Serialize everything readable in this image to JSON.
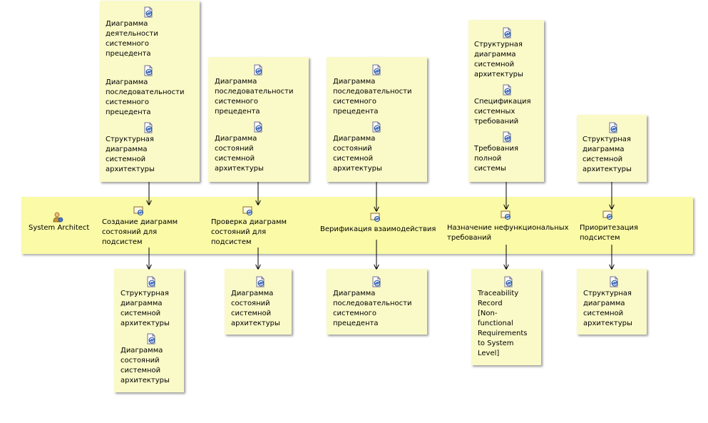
{
  "actor": {
    "label": "System Architect",
    "icon": "role-icon"
  },
  "tasks": [
    {
      "label": "Создание диаграмм\nсостояний для\nподсистем"
    },
    {
      "label": "Проверка диаграмм\nсостояний для\nподсистем"
    },
    {
      "label": "Верификация взаимодействия"
    },
    {
      "label": "Назначение нефункциональных\nтребований"
    },
    {
      "label": "Приоритезация\nподсистем"
    }
  ],
  "inputs": [
    {
      "items": [
        "Диаграмма\nдеятельности\nсистемного\nпрецедента",
        "Диаграмма\nпоследовательности\nсистемного\nпрецедента",
        "Структурная\nдиаграмма\nсистемной\nархитектуры"
      ]
    },
    {
      "items": [
        "Диаграмма\nпоследовательности\nсистемного\nпрецедента",
        "Диаграмма\nсостояний\nсистемной\nархитектуры"
      ]
    },
    {
      "items": [
        "Диаграмма\nпоследовательности\nсистемного\nпрецедента",
        "Диаграмма\nсостояний\nсистемной\nархитектуры"
      ]
    },
    {
      "items": [
        "Структурная\nдиаграмма\nсистемной\nархитектуры",
        "Спецификация\nсистемных\nтребований",
        "Требования\nполной\nсистемы"
      ]
    },
    {
      "items": [
        "Структурная\nдиаграмма\nсистемной\nархитектуры"
      ]
    }
  ],
  "outputs": [
    {
      "items": [
        "Структурная\nдиаграмма\nсистемной\nархитектуры",
        "Диаграмма\nсостояний\nсистемной\nархитектуры"
      ]
    },
    {
      "items": [
        "Диаграмма\nсостояний\nсистемной\nархитектуры"
      ]
    },
    {
      "items": [
        "Диаграмма\nпоследовательности\nсистемного\nпрецедента"
      ]
    },
    {
      "items": [
        "Traceability\nRecord\n[Non-\nfunctional\nRequirements\nto System\nLevel]"
      ]
    },
    {
      "items": [
        "Структурная\nдиаграмма\nсистемной\nархитектуры"
      ]
    }
  ],
  "colors": {
    "lane": "#fafaa7",
    "card": "#fafac8",
    "connector": "#000000"
  }
}
